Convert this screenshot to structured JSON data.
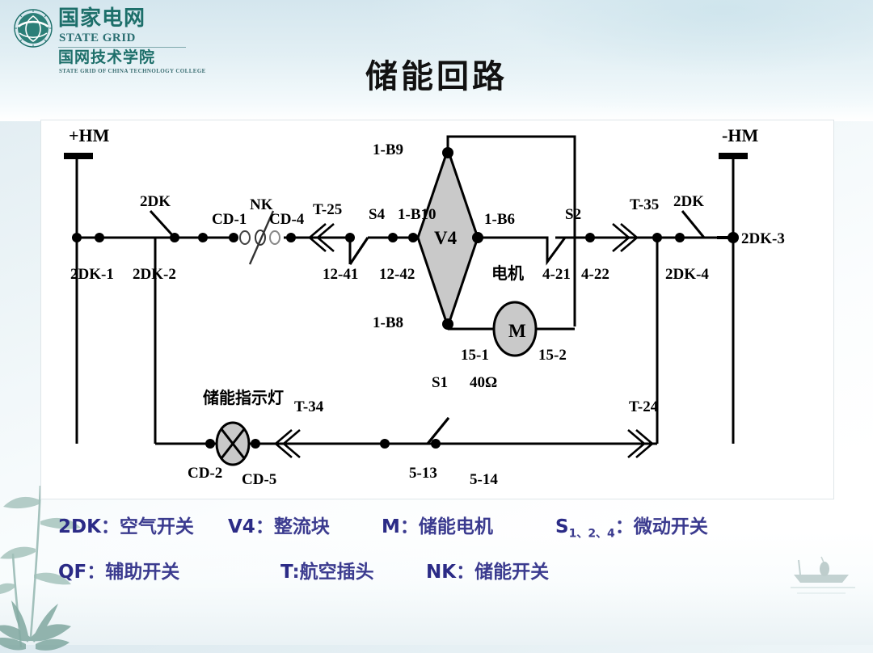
{
  "brand": {
    "logo_icon": "state-grid-globe-icon",
    "name_cn": "国家电网",
    "name_en": "STATE GRID",
    "sub_cn": "国网技术学院",
    "sub_en": "STATE GRID OF CHINA TECHNOLOGY COLLEGE"
  },
  "title": "储能回路",
  "diagram": {
    "terminals": {
      "positive": "+HM",
      "negative": "-HM"
    },
    "labels": {
      "dk_left": "2DK",
      "dk_right": "2DK",
      "dk1": "2DK-1",
      "dk2": "2DK-2",
      "dk3": "2DK-3",
      "dk4": "2DK-4",
      "cd1": "CD-1",
      "cd2": "CD-2",
      "cd4": "CD-4",
      "cd5": "CD-5",
      "nk": "NK",
      "t25": "T-25",
      "t34": "T-34",
      "t35": "T-35",
      "t24": "T-24",
      "n12_41": "12-41",
      "n12_42": "12-42",
      "n4_21": "4-21",
      "n4_22": "4-22",
      "n5_13": "5-13",
      "n5_14": "5-14",
      "n15_1": "15-1",
      "n15_2": "15-2",
      "s1": "S1",
      "s2": "S2",
      "s4": "S4",
      "v4": "V4",
      "b9": "1-B9",
      "b10": "1-B10",
      "b6": "1-B6",
      "b8": "1-B8",
      "motor": "M",
      "motor_cn": "电机",
      "resistance": "40Ω",
      "lamp_cn": "储能指示灯"
    }
  },
  "legend": {
    "row1": [
      {
        "code": "2DK",
        "sep": "：",
        "desc": "空气开关"
      },
      {
        "code": "V4",
        "sep": "：",
        "desc": "整流块"
      },
      {
        "code": "M",
        "sep": "：",
        "desc": "储能电机"
      },
      {
        "code": "S",
        "subscript": "1、2、4",
        "sep": "：",
        "desc": "微动开关"
      }
    ],
    "row2": [
      {
        "code": "QF",
        "sep": "：",
        "desc": "辅助开关"
      },
      {
        "code": "T",
        "sep": ":",
        "desc": "航空插头"
      },
      {
        "code": "NK",
        "sep": "：",
        "desc": "储能开关"
      }
    ]
  },
  "colors": {
    "legend_text": "#3b3b8f",
    "brand_green": "#1d6f6a",
    "diagram_line": "#000000",
    "symbol_fill": "#c9c9c9"
  }
}
